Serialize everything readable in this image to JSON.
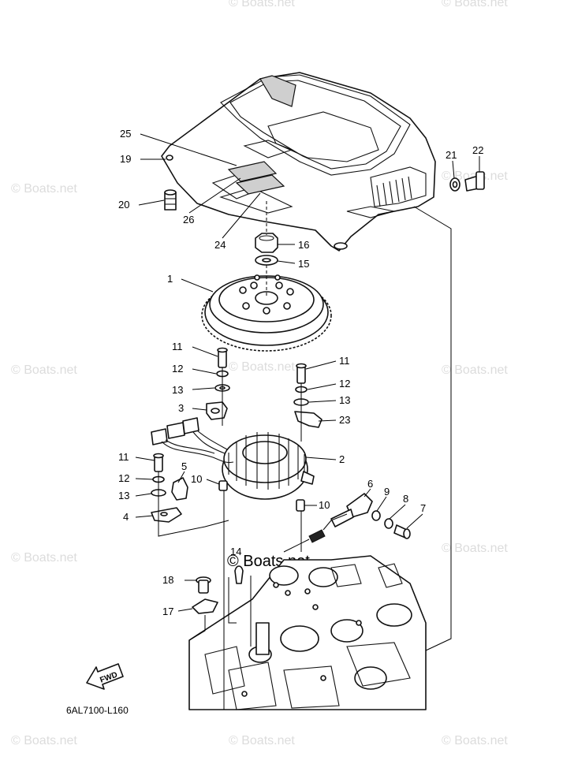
{
  "diagram_code": "6AL7100-L160",
  "fwd_label": "FWD",
  "watermark": "© Boats.net",
  "callouts": [
    {
      "id": "c25",
      "label": "25"
    },
    {
      "id": "c19",
      "label": "19"
    },
    {
      "id": "c20",
      "label": "20"
    },
    {
      "id": "c26",
      "label": "26"
    },
    {
      "id": "c24",
      "label": "24"
    },
    {
      "id": "c21",
      "label": "21"
    },
    {
      "id": "c22",
      "label": "22"
    },
    {
      "id": "c16",
      "label": "16"
    },
    {
      "id": "c15",
      "label": "15"
    },
    {
      "id": "c1",
      "label": "1"
    },
    {
      "id": "c11a",
      "label": "11"
    },
    {
      "id": "c12a",
      "label": "12"
    },
    {
      "id": "c13a",
      "label": "13"
    },
    {
      "id": "c3",
      "label": "3"
    },
    {
      "id": "c11b",
      "label": "11"
    },
    {
      "id": "c12b",
      "label": "12"
    },
    {
      "id": "c13b",
      "label": "13"
    },
    {
      "id": "c23",
      "label": "23"
    },
    {
      "id": "c2",
      "label": "2"
    },
    {
      "id": "c11c",
      "label": "11"
    },
    {
      "id": "c5",
      "label": "5"
    },
    {
      "id": "c12c",
      "label": "12"
    },
    {
      "id": "c10a",
      "label": "10"
    },
    {
      "id": "c13c",
      "label": "13"
    },
    {
      "id": "c4",
      "label": "4"
    },
    {
      "id": "c10b",
      "label": "10"
    },
    {
      "id": "c6",
      "label": "6"
    },
    {
      "id": "c9",
      "label": "9"
    },
    {
      "id": "c8",
      "label": "8"
    },
    {
      "id": "c7",
      "label": "7"
    },
    {
      "id": "c14",
      "label": "14"
    },
    {
      "id": "c18",
      "label": "18"
    },
    {
      "id": "c17",
      "label": "17"
    }
  ]
}
